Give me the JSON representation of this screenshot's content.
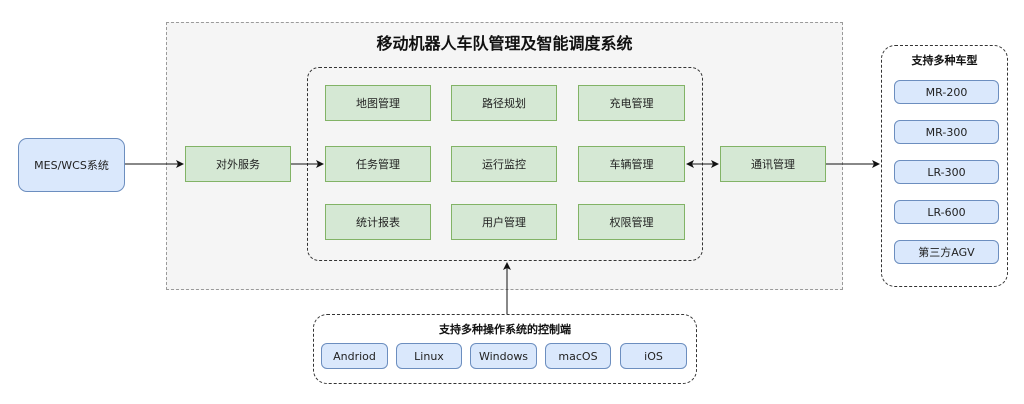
{
  "diagram": {
    "title": "移动机器人车队管理及智能调度系统",
    "external_system": "MES/WCS系统",
    "external_service": "对外服务",
    "communication": "通讯管理",
    "modules": [
      "地图管理",
      "路径规划",
      "充电管理",
      "任务管理",
      "运行监控",
      "车辆管理",
      "统计报表",
      "用户管理",
      "权限管理"
    ],
    "vehicle_panel": {
      "title": "支持多种车型",
      "items": [
        "MR-200",
        "MR-300",
        "LR-300",
        "LR-600",
        "第三方AGV"
      ]
    },
    "os_panel": {
      "title": "支持多种操作系统的控制端",
      "items": [
        "Andriod",
        "Linux",
        "Windows",
        "macOS",
        "iOS"
      ]
    }
  }
}
